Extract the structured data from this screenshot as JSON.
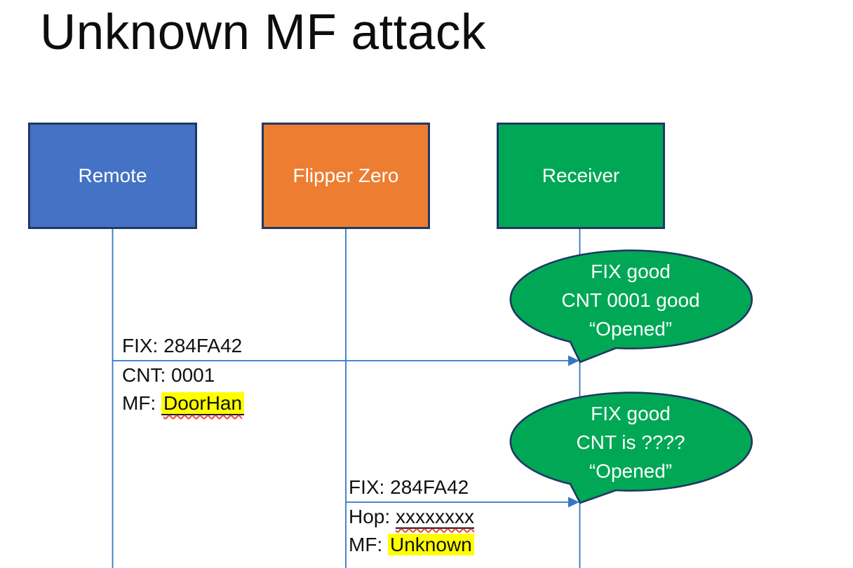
{
  "slide": {
    "title": "Unknown MF attack",
    "background": "#FFFFFF"
  },
  "colors": {
    "actor_border": "#1F3864",
    "remote_fill": "#4472C4",
    "flipper_fill": "#ED7D31",
    "receiver_fill": "#00A855",
    "callout_fill": "#00A855",
    "connector_blue": "#3376C5",
    "highlight_yellow": "#FFFF00",
    "squiggle_red": "#E8473C",
    "actor_text": "#FFFFFF",
    "label_text": "#111111"
  },
  "actors": [
    {
      "label": "Remote"
    },
    {
      "label": "Flipper Zero"
    },
    {
      "label": "Receiver"
    }
  ],
  "messages": [
    {
      "from": "Remote",
      "to": "Receiver",
      "label_above": "FIX: 284FA42",
      "below1_prefix": "CNT: ",
      "below1_value": "0001",
      "below2_prefix": "MF: ",
      "below2_value": "DoorHan"
    },
    {
      "from": "Flipper Zero",
      "to": "Receiver",
      "label_above": "FIX: 284FA42",
      "below1_prefix": "Hop: ",
      "below1_value": "xxxxxxxx",
      "below2_prefix": "MF: ",
      "below2_value": "Unknown"
    }
  ],
  "callouts": [
    {
      "lines": [
        "FIX good",
        "CNT 0001 good",
        "“Opened”"
      ]
    },
    {
      "lines": [
        "FIX good",
        "CNT is ????",
        "“Opened”"
      ]
    }
  ]
}
